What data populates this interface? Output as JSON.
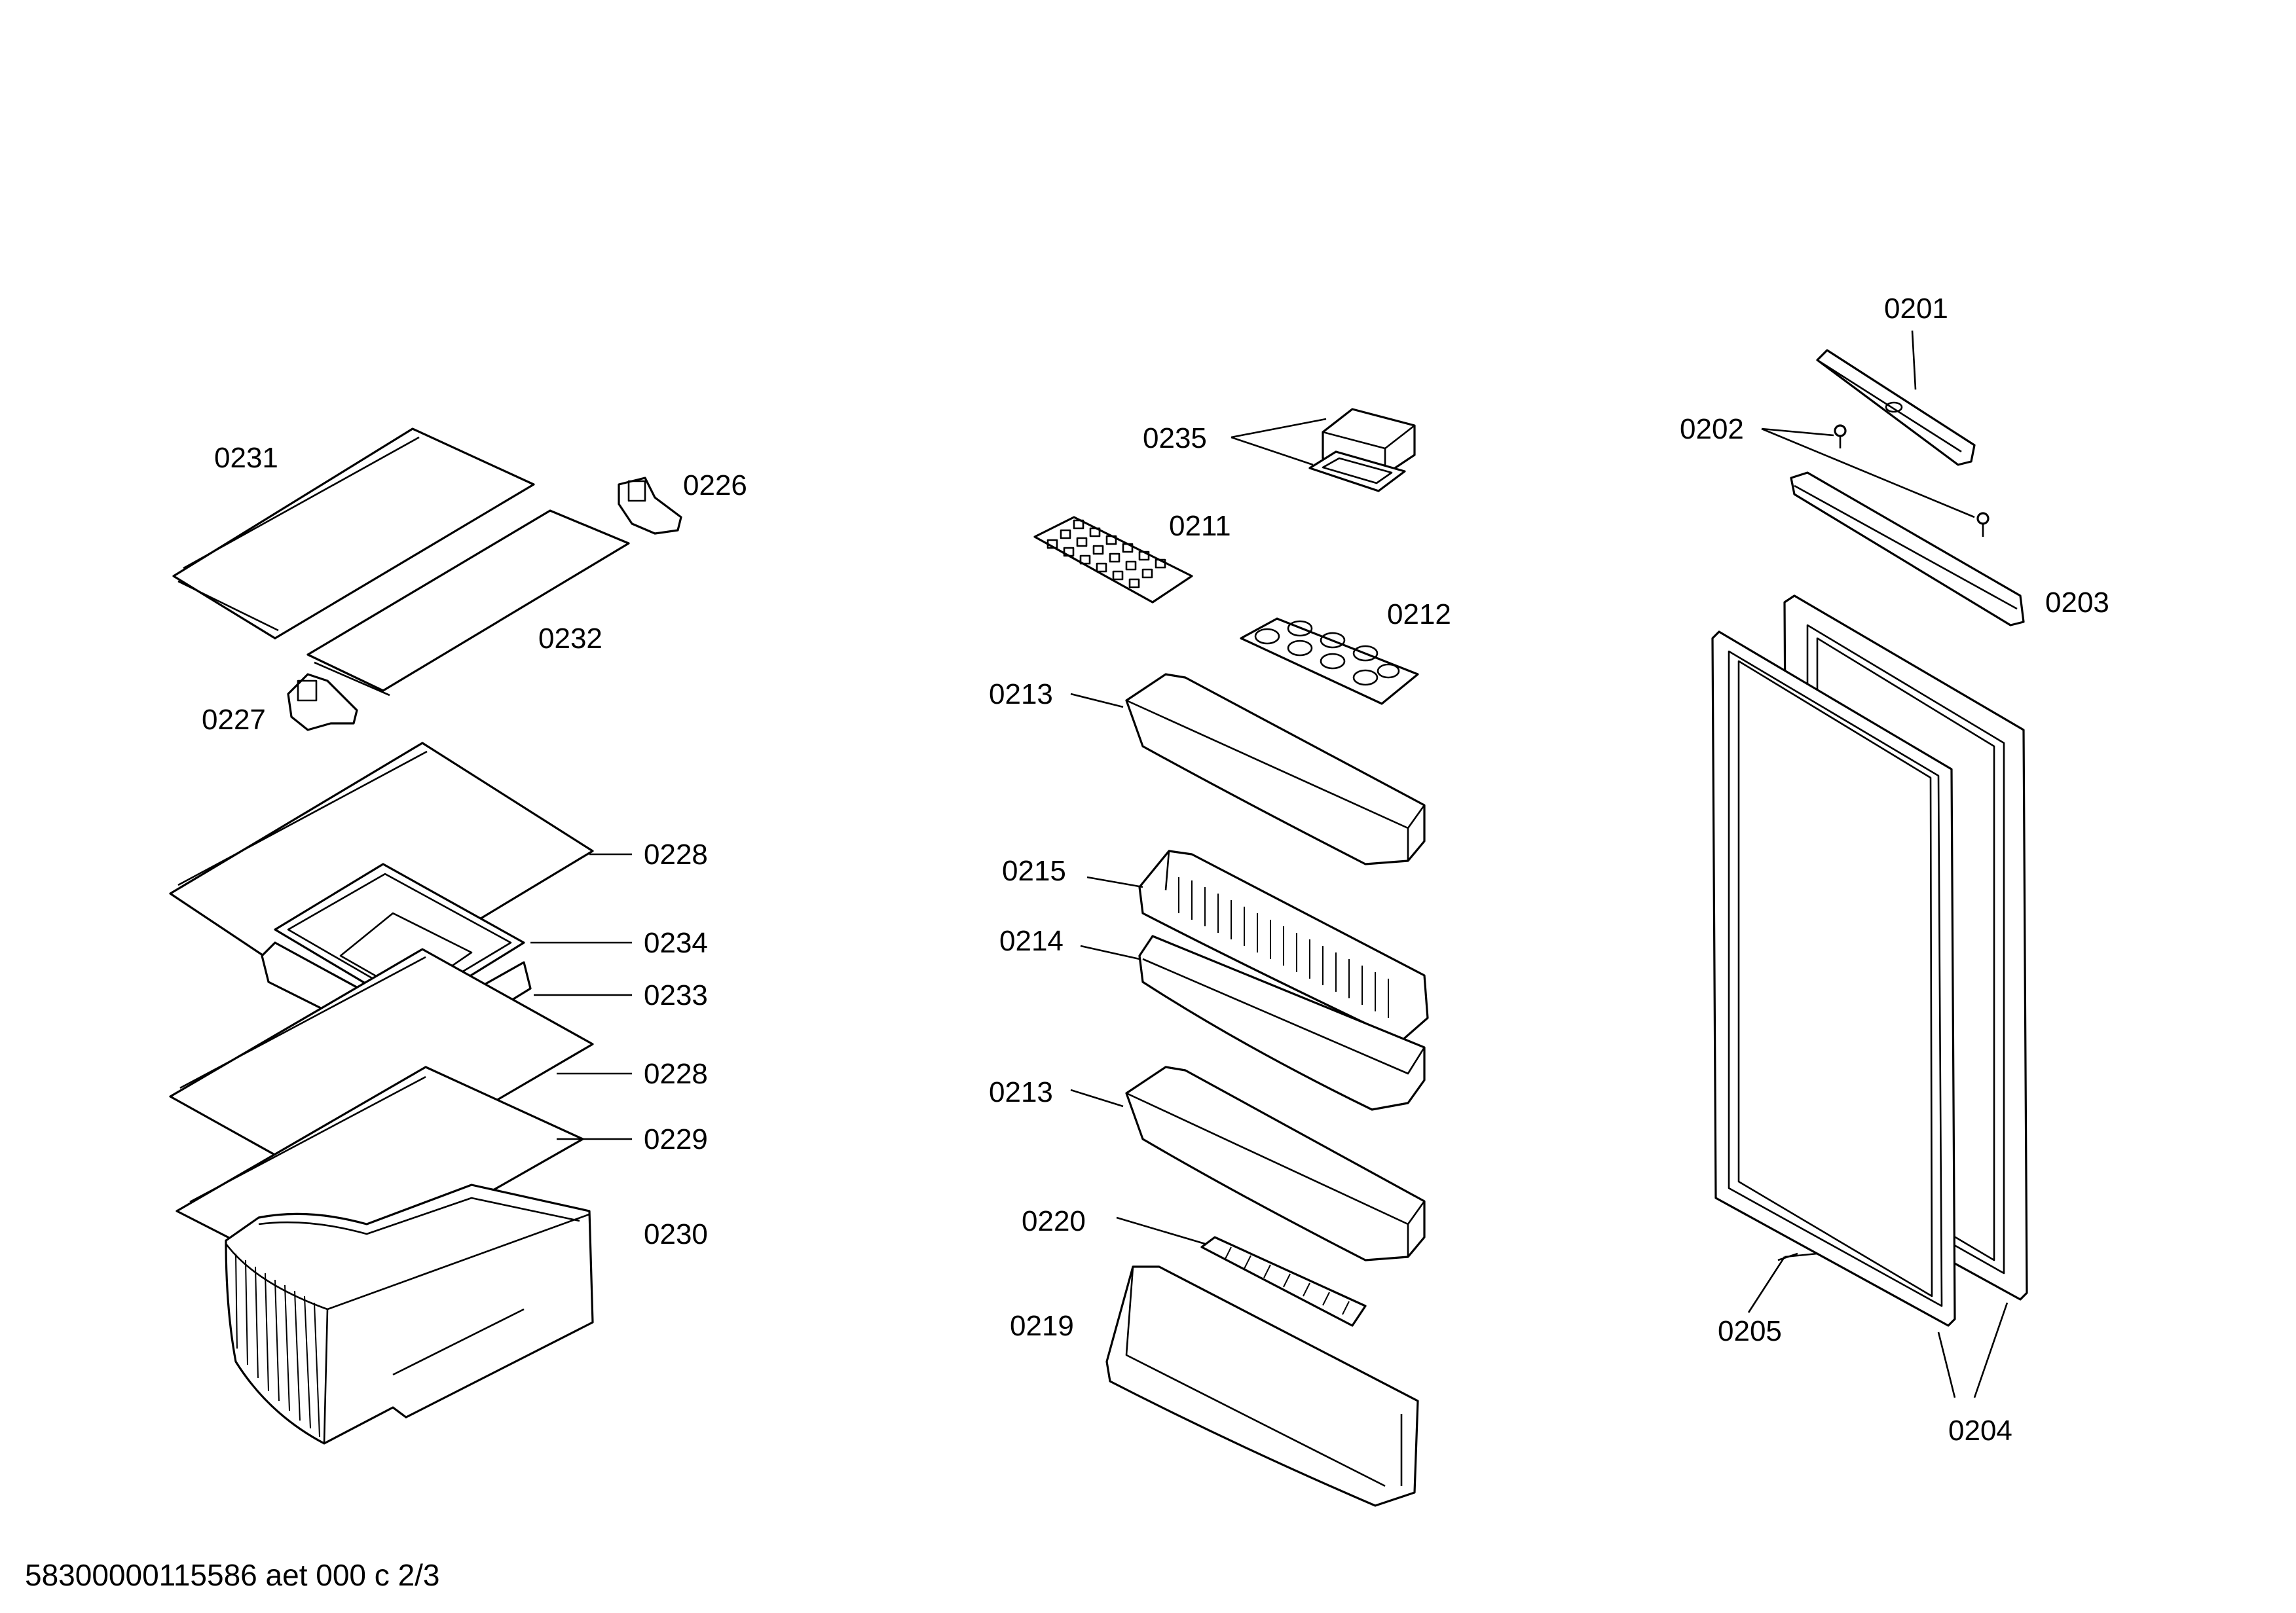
{
  "labels": {
    "p0201": "0201",
    "p0202": "0202",
    "p0203": "0203",
    "p0204": "0204",
    "p0205": "0205",
    "p0211": "0211",
    "p0212": "0212",
    "p0213a": "0213",
    "p0213b": "0213",
    "p0214": "0214",
    "p0215": "0215",
    "p0219": "0219",
    "p0220": "0220",
    "p0226": "0226",
    "p0227": "0227",
    "p0228a": "0228",
    "p0228b": "0228",
    "p0229": "0229",
    "p0230": "0230",
    "p0231": "0231",
    "p0232": "0232",
    "p0233": "0233",
    "p0234": "0234",
    "p0235": "0235"
  },
  "footer": {
    "document_code": "58300000115586 aet 000 c 2/3"
  }
}
